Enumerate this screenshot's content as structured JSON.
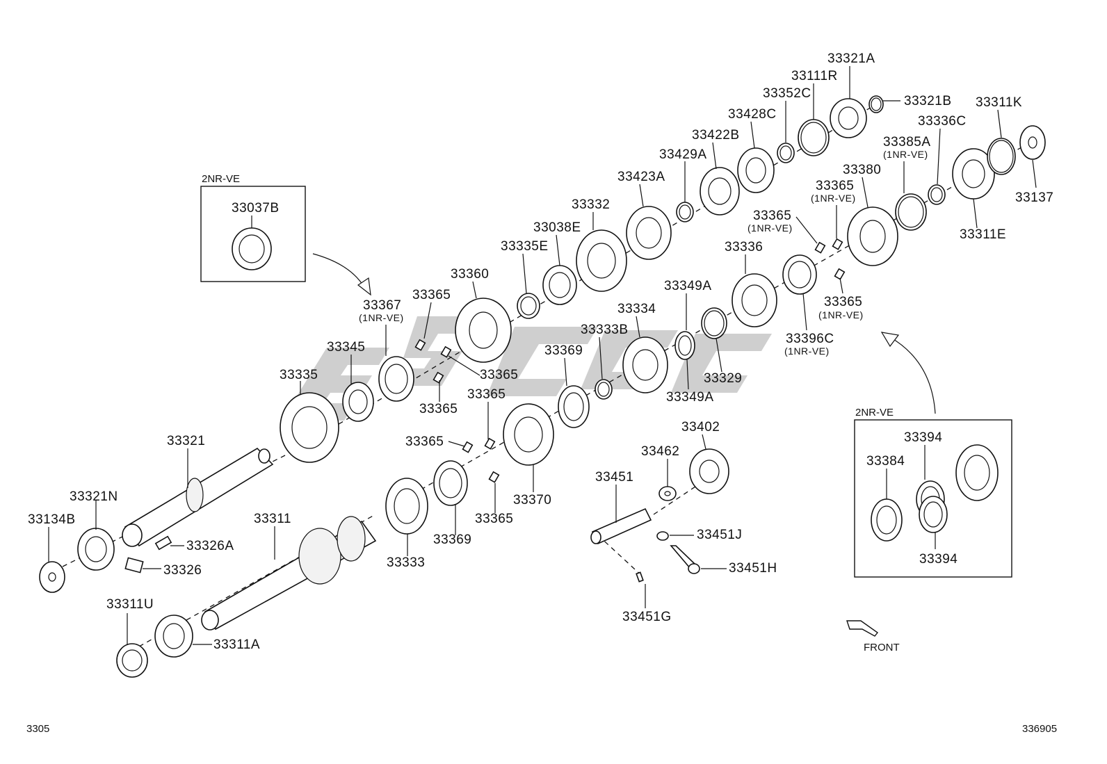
{
  "diagram": {
    "page_code": "3305",
    "figure_code": "336905",
    "front_label": "FRONT",
    "inset_left": {
      "engine": "2NR-VE",
      "parts": [
        "33037B"
      ]
    },
    "inset_right": {
      "engine": "2NR-VE",
      "parts": [
        "33394",
        "33384",
        "33394"
      ]
    },
    "labels": {
      "p33321A": "33321A",
      "p33111R": "33111R",
      "p33352C": "33352C",
      "p33321B": "33321B",
      "p33428C": "33428C",
      "p33311K": "33311K",
      "p33336C": "33336C",
      "p33422B": "33422B",
      "p33385A": "33385A",
      "p33385A_note": "(1NR-VE)",
      "p33429A": "33429A",
      "p33380": "33380",
      "p33423A": "33423A",
      "p33365_1": "33365",
      "p33365_1_note": "(1NR-VE)",
      "p33137": "33137",
      "p33332": "33332",
      "p33365_2": "33365",
      "p33365_2_note": "(1NR-VE)",
      "p33311E": "33311E",
      "p33038E": "33038E",
      "p33335E": "33335E",
      "p33336": "33336",
      "p33360": "33360",
      "p33349A_top": "33349A",
      "p33365_3": "33365",
      "p33365_4": "33365",
      "p33365_4_note": "(1NR-VE)",
      "p33367": "33367",
      "p33367_note": "(1NR-VE)",
      "p33334": "33334",
      "p33396C": "33396C",
      "p33396C_note": "(1NR-VE)",
      "p33333B": "33333B",
      "p33345": "33345",
      "p33369_top": "33369",
      "p33365_5": "33365",
      "p33329": "33329",
      "p33335": "33335",
      "p33365_6": "33365",
      "p33349A_bottom": "33349A",
      "p33365_7": "33365",
      "p33402": "33402",
      "p33365_8": "33365",
      "p33321": "33321",
      "p33462": "33462",
      "p33451": "33451",
      "p33321N": "33321N",
      "p33370": "33370",
      "p33365_9": "33365",
      "p33134B": "33134B",
      "p33311": "33311",
      "p33369_bottom": "33369",
      "p33451J": "33451J",
      "p33326A": "33326A",
      "p33333": "33333",
      "p33326": "33326",
      "p33451H": "33451H",
      "p33311U": "33311U",
      "p33451G": "33451G",
      "p33311A": "33311A"
    },
    "inset_labels": {
      "left_engine": "2NR-VE",
      "left_part": "33037B",
      "right_engine": "2NR-VE",
      "right_part_top": "33394",
      "right_part_left": "33384",
      "right_part_bottom": "33394"
    }
  }
}
